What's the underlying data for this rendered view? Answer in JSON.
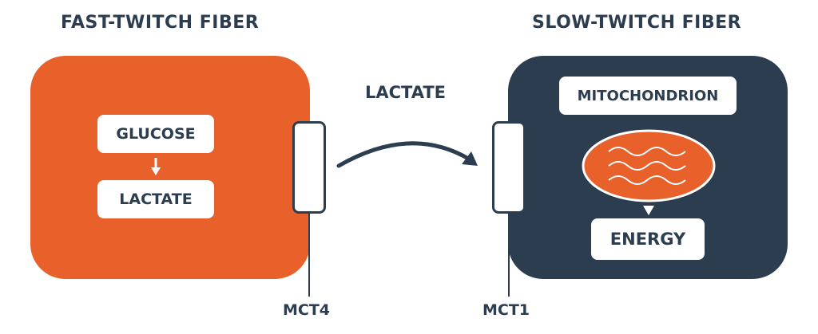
{
  "fast_fiber": {
    "title": "FAST-TWITCH FIBER",
    "glucose": "GLUCOSE",
    "lactate": "LACTATE",
    "color": "#e8602a"
  },
  "slow_fiber": {
    "title": "SLOW-TWITCH FIBER",
    "mitochondrion": "MITOCHONDRION",
    "energy": "ENERGY",
    "color": "#2c3d50"
  },
  "transport": {
    "label": "LACTATE"
  },
  "transporters": {
    "mct4": "MCT4",
    "mct1": "MCT1"
  },
  "colors": {
    "accent": "#e8602a",
    "dark": "#2c3d50"
  }
}
